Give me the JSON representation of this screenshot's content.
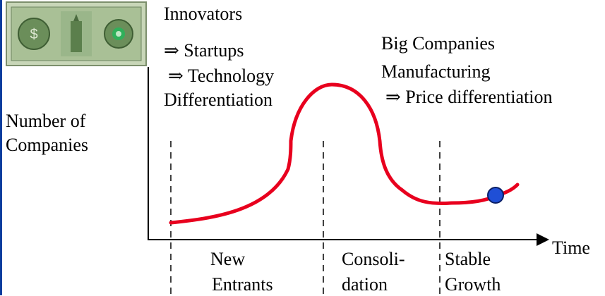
{
  "labels": {
    "innovators": "Innovators",
    "startups": "⇒ Startups",
    "technology": "⇒ Technology",
    "differentiation": "Differentiation",
    "big_companies": "Big Companies",
    "manufacturing": "Manufacturing",
    "price_diff": "⇒ Price differentiation",
    "y_axis_line1": "Number of",
    "y_axis_line2": "Companies",
    "x_axis": "Time",
    "phase1_line1": "New",
    "phase1_line2": "Entrants",
    "phase2_line1": "Consoli-",
    "phase2_line2": "dation",
    "phase3_line1": "Stable",
    "phase3_line2": "Growth"
  },
  "colors": {
    "curve": "#e8001e",
    "marker": "#1f4fd6",
    "frame": "#0a3d9e",
    "bill_green": "#8fae7c"
  },
  "icons": {
    "money": "dollar-bill-image"
  }
}
